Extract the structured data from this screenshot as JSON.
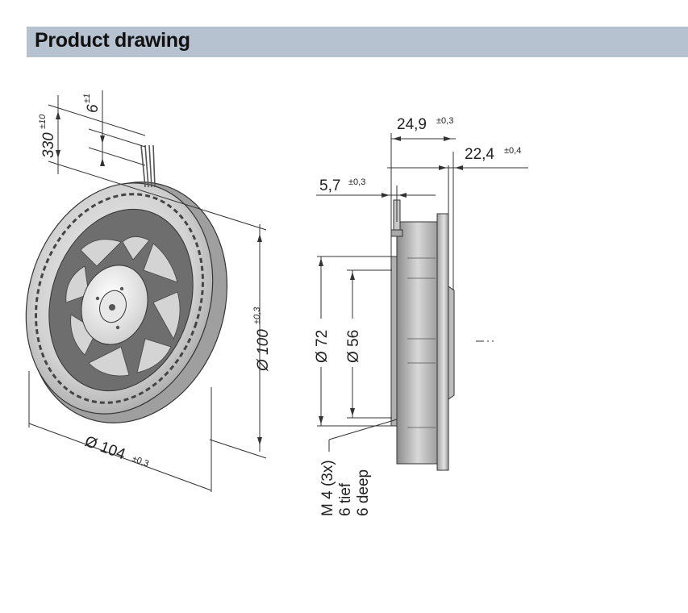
{
  "header": {
    "title": "Product drawing"
  },
  "colors": {
    "header_bg": "#b6c2d0",
    "metal": "#c8c8c8",
    "dark_metal": "#8a8a8a"
  },
  "dimensions": {
    "cable_length": {
      "value": "330",
      "tol": "±10"
    },
    "cable_strip": {
      "value": "6",
      "tol": "±1"
    },
    "outer_diameter": {
      "value": "Ø 104",
      "tol": "±0,3"
    },
    "diameter_100": {
      "value": "Ø 100",
      "tol": "±0,3"
    },
    "diameter_72": {
      "value": "Ø 72"
    },
    "diameter_56": {
      "value": "Ø 56"
    },
    "depth_24_9": {
      "value": "24,9",
      "tol": "±0,3"
    },
    "depth_22_4": {
      "value": "22,4",
      "tol": "±0,4"
    },
    "depth_5_7": {
      "value": "5,7",
      "tol": "±0,3"
    },
    "thread": {
      "line1": "M 4 (3x)",
      "line2": "6 tief",
      "line3": "6 deep"
    }
  }
}
